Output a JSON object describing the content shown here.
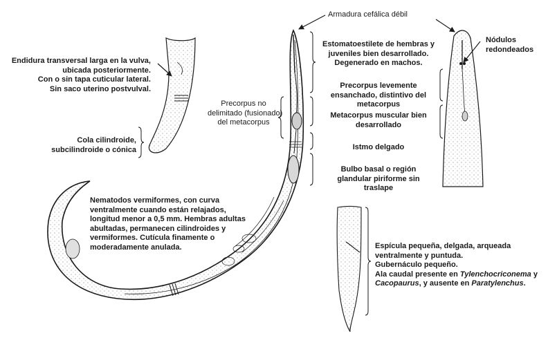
{
  "labels": {
    "armadura": "Armadura cefálica débil",
    "nodulos": [
      "Nódulos",
      "redondeados"
    ],
    "vulva": [
      "Endidura transversal larga en la vulva,",
      "ubicada posteriormente.",
      "Con o sin tapa cuticular lateral.",
      "Sin saco uterino postvulval."
    ],
    "cola": [
      "Cola cilindroide,",
      "subcilindroide o cónica"
    ],
    "precorpus_fusion": [
      "Precorpus no",
      "delimitado (fusionado)",
      "del metacorpus"
    ],
    "estomatoestilete": [
      "Estomatoestilete de hembras y",
      "juveniles bien desarrollado.",
      "Degenerado en machos."
    ],
    "precorpus_ensanchado": [
      "Precorpus levemente",
      "ensanchado, distintivo del",
      "metacorpus"
    ],
    "metacorpus": [
      "Metacorpus muscular bien",
      "desarrollado"
    ],
    "istmo": "Istmo delgado",
    "bulbo": [
      "Bulbo basal o región",
      "glandular piriforme sin",
      "traslape"
    ],
    "nematodos": [
      "Nematodos vermiformes, con curva",
      "ventralmente cuando están relajados,",
      "longitud menor a 0,5 mm. Hembras adultas",
      "abultadas, permanecen cilindroides y",
      "vermiformes. Cutícula finamente o",
      "moderadamente anulada."
    ],
    "espicula": {
      "l1": "Espícula pequeña, delgada, arqueada",
      "l2": "ventralmente y puntuda.",
      "l3": "Gubernáculo pequeño.",
      "l4a": "Ala caudal presente en ",
      "l4b": "Tylenchocriconema",
      "l4c": " y",
      "l5a": "Cacopaurus",
      "l5b": ", y ausente en ",
      "l5c": "Paratylenchus",
      "l5d": "."
    }
  },
  "colors": {
    "ink": "#1a1a1a",
    "stipple": "#8a8a8a"
  }
}
